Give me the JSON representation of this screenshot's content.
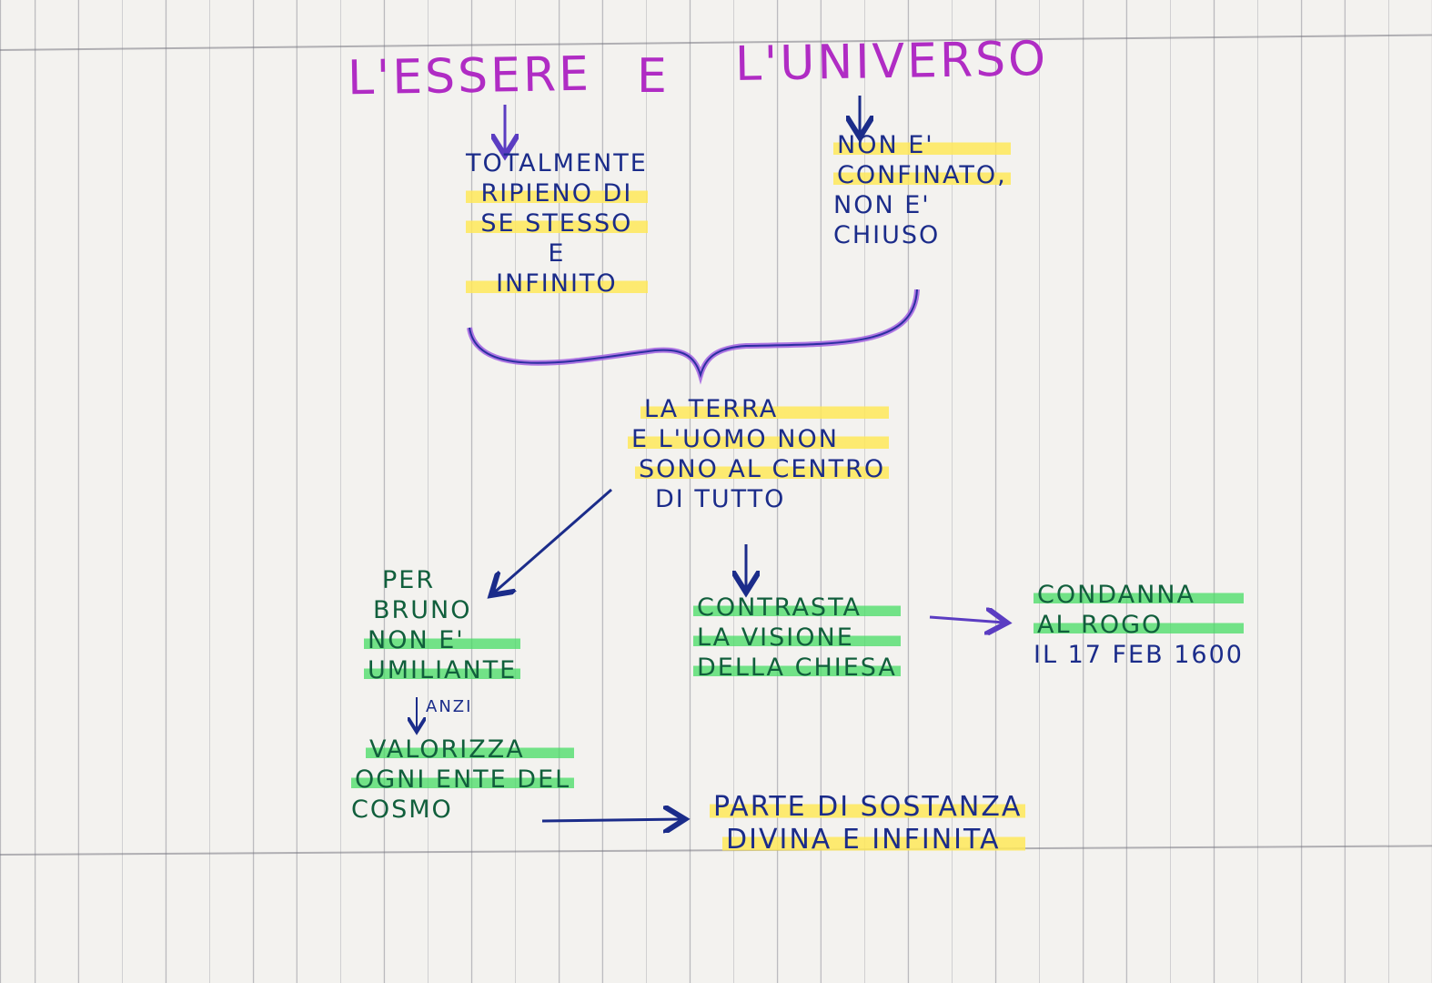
{
  "title": {
    "left": "L'ESSERE",
    "conj": "E",
    "right": "L'UNIVERSO"
  },
  "essere_desc": [
    "TOTALMENTE",
    "RIPIENO DI",
    "SE STESSO",
    "E",
    "INFINITO"
  ],
  "universo_desc": [
    "NON E'",
    "CONFINATO,",
    "NON E'",
    "CHIUSO"
  ],
  "center": [
    "LA TERRA",
    "E L'UOMO NON",
    "SONO AL CENTRO",
    "DI TUTTO"
  ],
  "bruno": [
    "PER",
    "BRUNO",
    "NON E'",
    "UMILIANTE"
  ],
  "anzi": "ANZI",
  "valorizza": [
    "VALORIZZA",
    "OGNI ENTE DEL",
    "COSMO"
  ],
  "contrasta": [
    "CONTRASTA",
    "LA VISIONE",
    "DELLA CHIESA"
  ],
  "condanna": [
    "CONDANNA",
    "AL ROGO",
    "IL 17 FEB 1600"
  ],
  "parte": [
    "PARTE DI SOSTANZA",
    "DIVINA E INFINITA"
  ],
  "colors": {
    "title": "#b02cc4",
    "ink_blue": "#1b2c8a",
    "ink_green": "#115f3c",
    "highlight_yellow": "#ffe85a",
    "highlight_green": "#46dc64",
    "brace": "#9b4fd6"
  }
}
